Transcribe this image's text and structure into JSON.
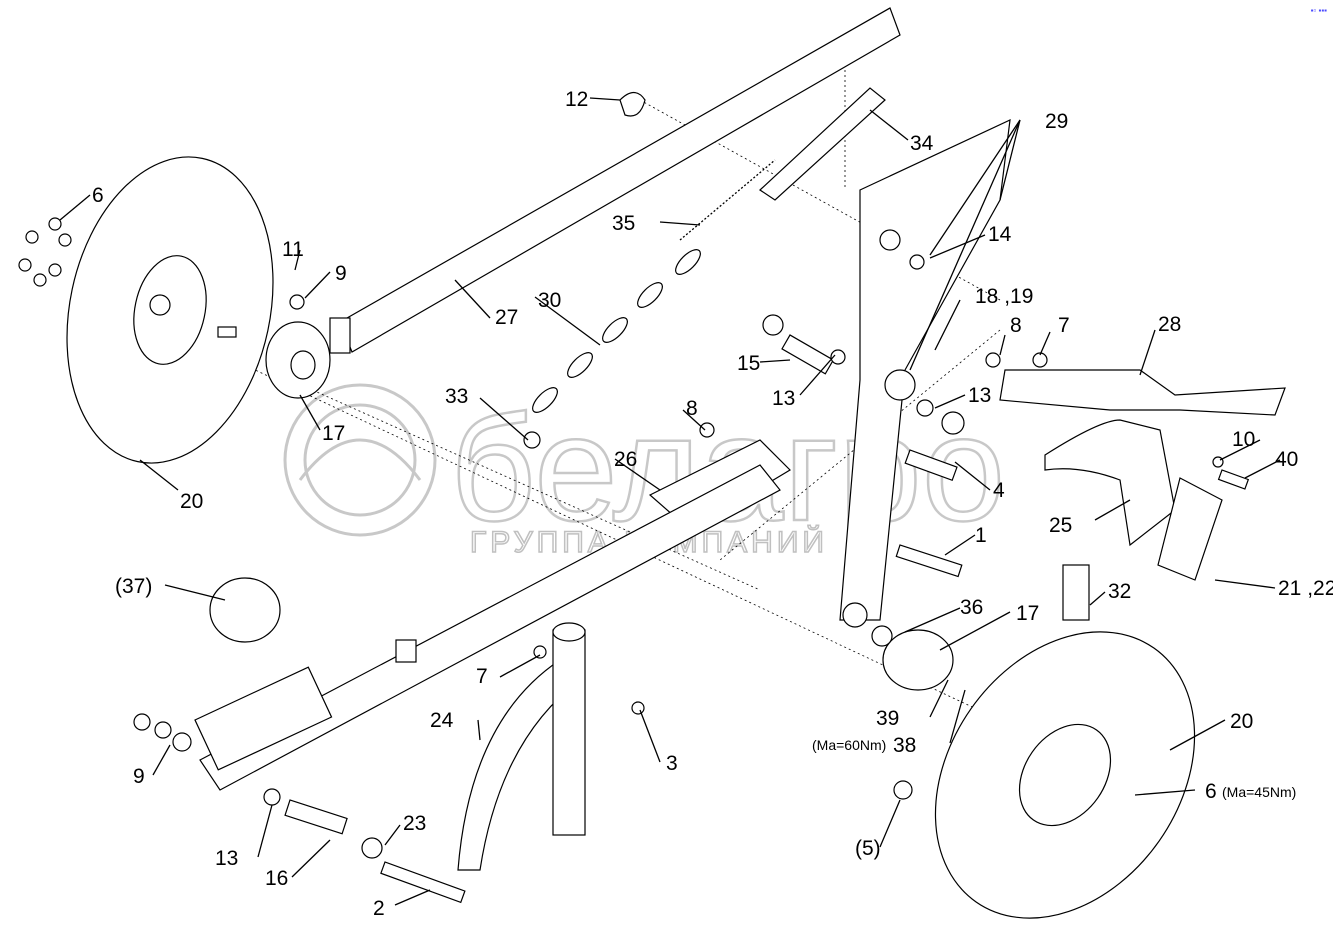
{
  "diagram": {
    "type": "exploded-parts-drawing",
    "watermark": {
      "brand": "белагро",
      "subtitle": "ГРУППА КОМПАНИЙ"
    },
    "corner_mark": "▪▫ ▪▪▪",
    "labels": {
      "p1": "1",
      "p2": "2",
      "p3": "3",
      "p4": "4",
      "p5": "(5)",
      "p6a": "6",
      "p6b": "6",
      "p6b_torque": "(Ma=45Nm)",
      "p7a": "7",
      "p7b": "7",
      "p8a": "8",
      "p8b": "8",
      "p9a": "9",
      "p9b": "9",
      "p10": "10",
      "p11": "11",
      "p12": "12",
      "p13a": "13",
      "p13b": "13",
      "p13c": "13",
      "p14": "14",
      "p15": "15",
      "p16": "16",
      "p17a": "17",
      "p17b": "17",
      "p1819": "18 ,19",
      "p20a": "20",
      "p20b": "20",
      "p2122": "21 ,22",
      "p23": "23",
      "p24": "24",
      "p25": "25",
      "p26": "26",
      "p27": "27",
      "p28": "28",
      "p29": "29",
      "p30": "30",
      "p32": "32",
      "p33": "33",
      "p34": "34",
      "p35": "35",
      "p36": "36",
      "p37": "(37)",
      "p38": "38",
      "p38_torque": "(Ma=60Nm)",
      "p39": "39",
      "p40": "40"
    }
  }
}
